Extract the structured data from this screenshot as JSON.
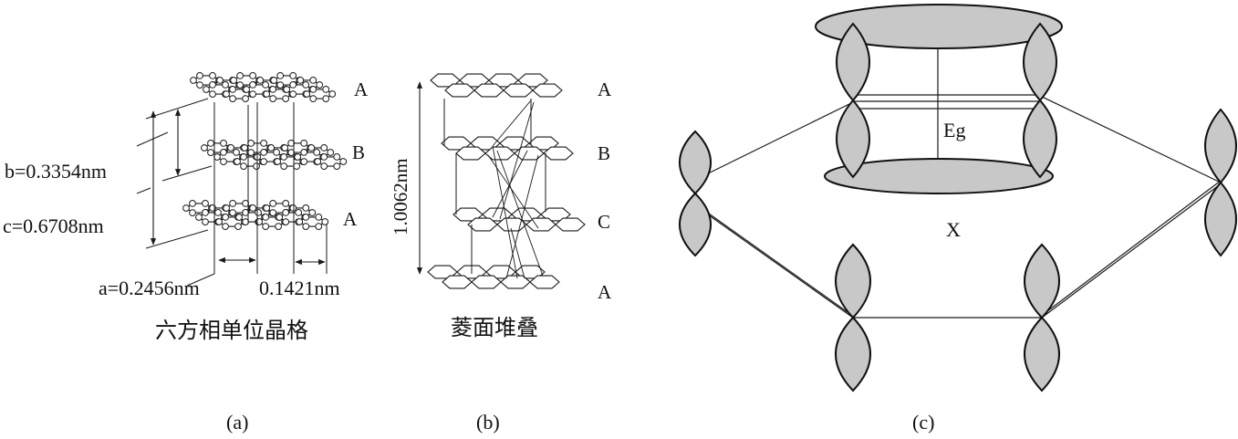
{
  "colors": {
    "ink": "#1a1a1a",
    "orbital_fill": "#c8c8c8",
    "background": "#ffffff"
  },
  "panel_a": {
    "layer_labels": [
      "A",
      "B",
      "A"
    ],
    "b_label": "b=0.3354nm",
    "c_label": "c=0.6708nm",
    "a_label": "a=0.2456nm",
    "bond_label": "0.1421nm",
    "caption": "六方相单位晶格",
    "tag": "(a)"
  },
  "panel_b": {
    "layer_labels": [
      "A",
      "B",
      "C",
      "A"
    ],
    "height_label": "1.0062nm",
    "caption": "菱面堆叠",
    "tag": "(b)"
  },
  "panel_c": {
    "gap_label": "Eg",
    "point_label": "X",
    "tag": "(c)"
  }
}
